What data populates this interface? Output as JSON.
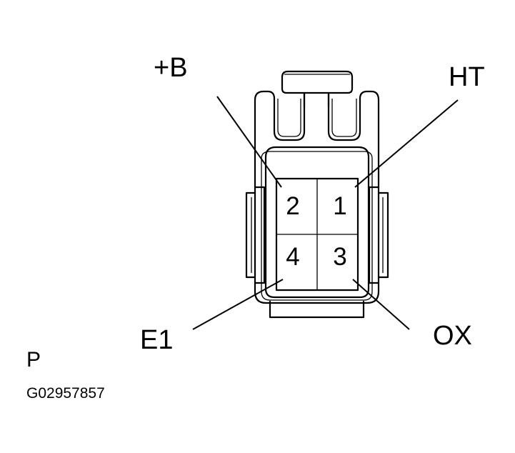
{
  "terminals": {
    "pin_2": "2",
    "pin_1": "1",
    "pin_4": "4",
    "pin_3": "3"
  },
  "labels": {
    "top_left": "+B",
    "top_right": "HT",
    "bottom_left": "E1",
    "bottom_right": "OX"
  },
  "footer": {
    "view_letter": "P",
    "figure_code": "G02957857"
  }
}
